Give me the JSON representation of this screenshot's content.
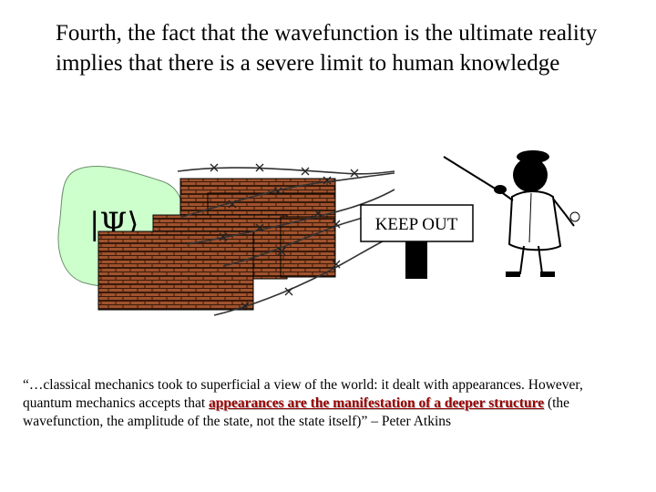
{
  "slide": {
    "title": "Fourth, the fact that the wavefunction is the ultimate reality implies that there is a severe limit to human knowledge"
  },
  "illustration": {
    "psi_label": "|Ψ⟩",
    "sign_text": "KEEP OUT",
    "blob_color": "#ccffcc",
    "brick_color": "#a0522d"
  },
  "quote": {
    "part1": "“…classical mechanics took to superficial a view of the world: it dealt with appearances. However, quantum mechanics accepts that ",
    "highlight": "appearances are the manifestation of a deeper structure",
    "part2": " (the wavefunction, the amplitude of the state, not the state itself)” – Peter Atkins"
  }
}
